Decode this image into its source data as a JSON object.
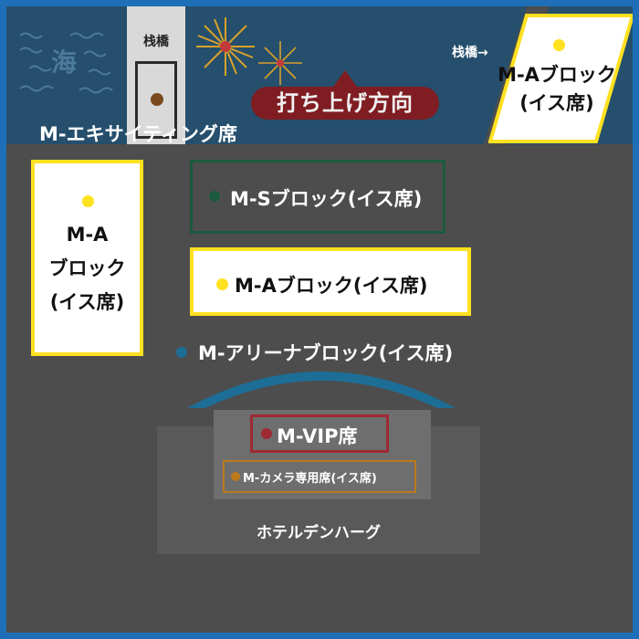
{
  "map": {
    "sea_label": "海",
    "pier_label": "栈橋",
    "pier_label_right": "栈橋→",
    "launch_direction": "打ち上げ方向",
    "exciting_seats": "M-エキサイティング席",
    "right_block": {
      "line1": "M-Aブロック",
      "line2": "(イス席)"
    },
    "left_block": {
      "line1": "M-A",
      "line2": "ブロック",
      "line3": "(イス席)"
    },
    "s_block": "M-Sブロック(イス席)",
    "a_block": "M-Aブロック(イス席)",
    "arena_block": "M-アリーナブロック(イス席)",
    "vip_block": "M-VIP席",
    "camera_block": "M-カメラ専用席(イス席)",
    "hotel": "ホテルデンハーグ"
  },
  "colors": {
    "frame": "#1f6fb8",
    "background": "#4d4d4d",
    "sea": "#254f6c",
    "a_block": "#ffe120",
    "s_block": "#1b5a3e",
    "arena": "#1d6e96",
    "vip": "#9e2a33",
    "camera": "#bb7a1d",
    "launch_banner": "#7f1d22"
  },
  "icons": [
    "wave-icon",
    "firework-icon",
    "up-arrow-icon",
    "seat-dot-icon"
  ]
}
